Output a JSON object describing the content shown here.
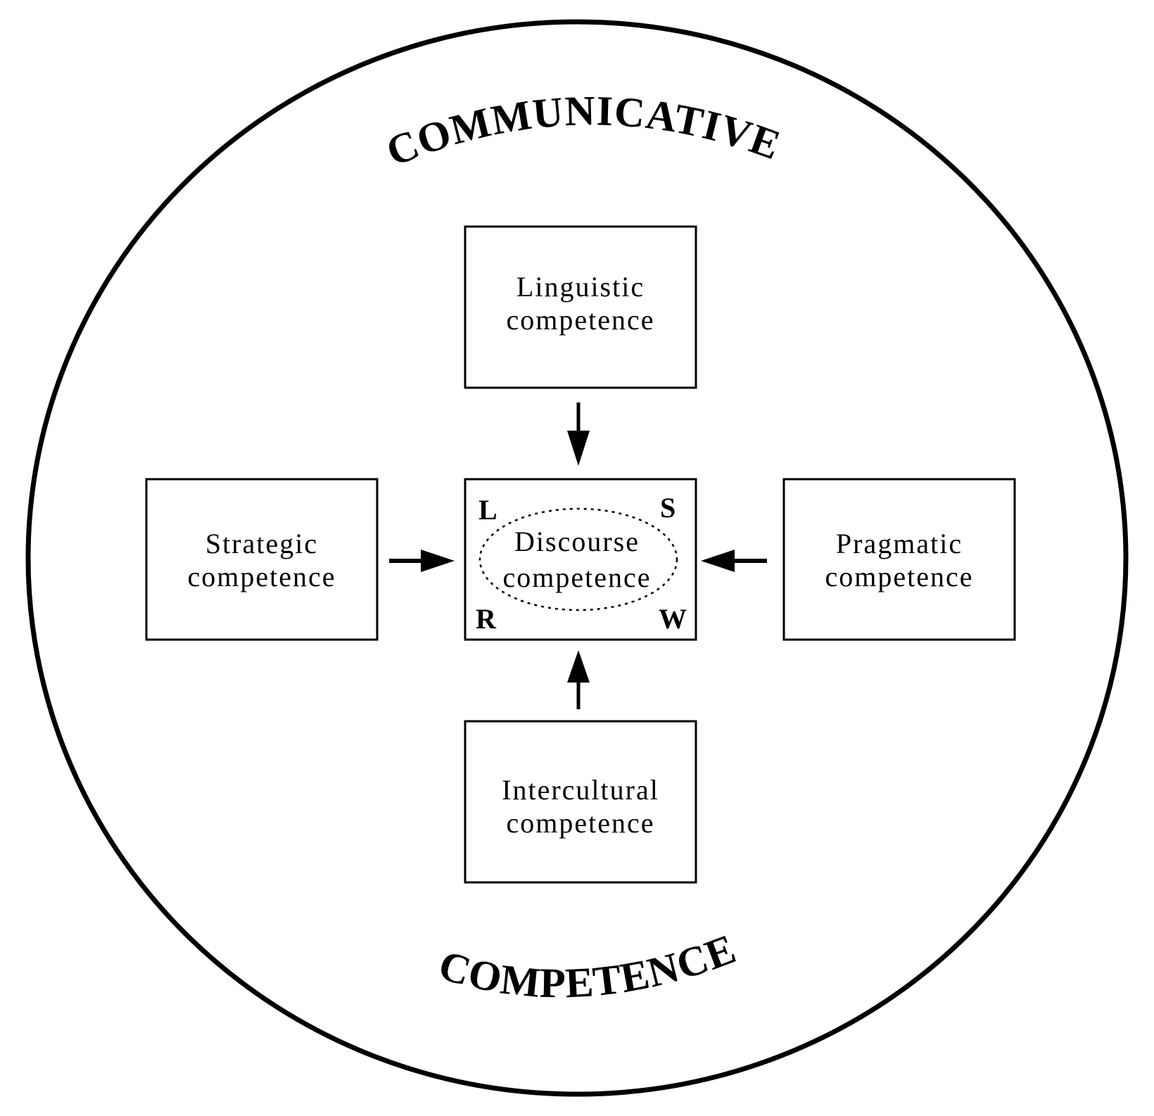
{
  "outer_title_top": "COMMUNICATIVE",
  "outer_title_bottom": "COMPETENCE",
  "center": {
    "line1": "Discourse",
    "line2": "competence",
    "corners": {
      "tl": "L",
      "tr": "S",
      "bl": "R",
      "br": "W"
    }
  },
  "top_box": {
    "line1": "Linguistic",
    "line2": "competence"
  },
  "left_box": {
    "line1": "Strategic",
    "line2": "competence"
  },
  "right_box": {
    "line1": "Pragmatic",
    "line2": "competence"
  },
  "bottom_box": {
    "line1": "Intercultural",
    "line2": "competence"
  }
}
